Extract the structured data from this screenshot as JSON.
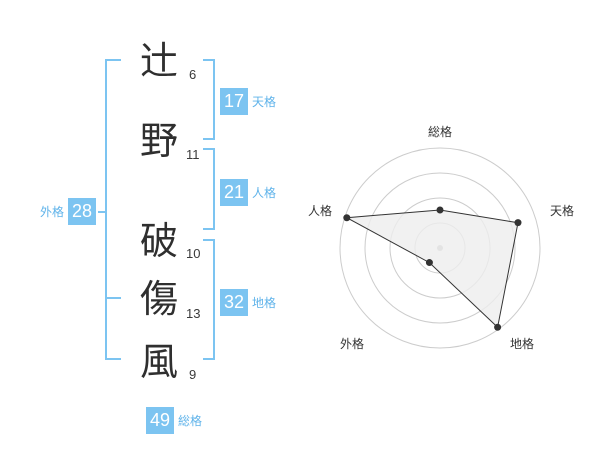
{
  "name": {
    "characters": [
      {
        "char": "辻",
        "strokes": "6"
      },
      {
        "char": "野",
        "strokes": "11"
      },
      {
        "char": "破",
        "strokes": "10"
      },
      {
        "char": "傷",
        "strokes": "13"
      },
      {
        "char": "風",
        "strokes": "9"
      }
    ]
  },
  "fortunes": {
    "tenkaku": {
      "value": "17",
      "label": "天格"
    },
    "jinkaku": {
      "value": "21",
      "label": "人格"
    },
    "chikaku": {
      "value": "32",
      "label": "地格"
    },
    "gaikaku": {
      "value": "28",
      "label": "外格"
    },
    "soukaku": {
      "value": "49",
      "label": "総格"
    }
  },
  "radar": {
    "axes": [
      "総格",
      "天格",
      "地格",
      "外格",
      "人格"
    ],
    "levels": 4,
    "values": [
      0.38,
      0.82,
      0.98,
      0.18,
      0.98
    ],
    "fill_color": "#eeeeee",
    "line_color": "#333333",
    "grid_color": "#cccccc"
  }
}
